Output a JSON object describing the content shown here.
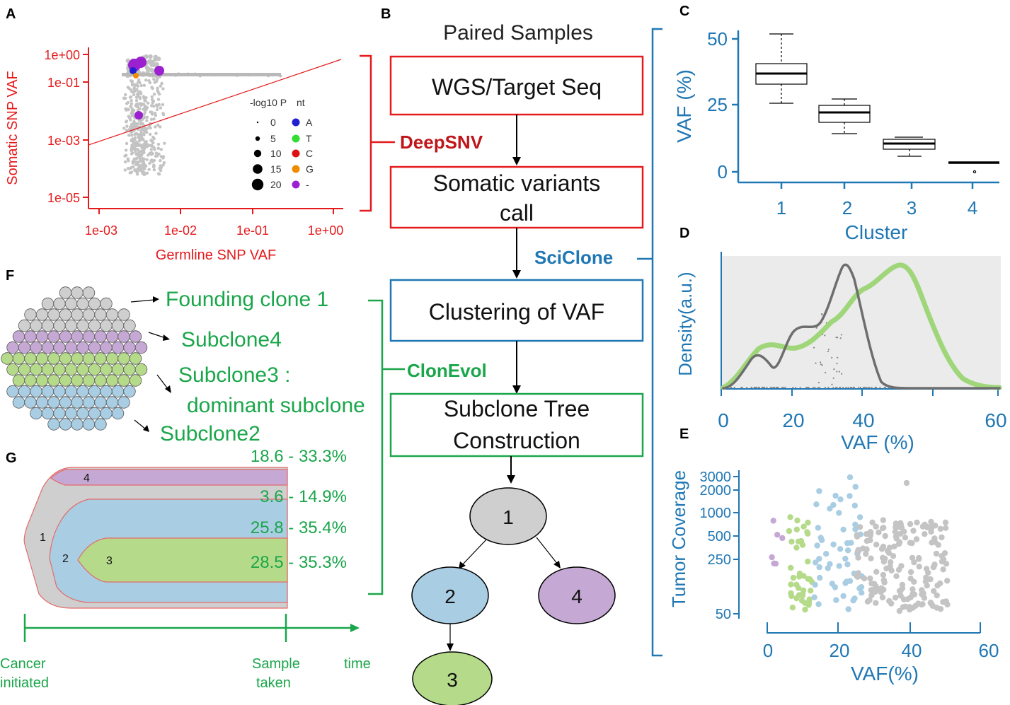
{
  "colors": {
    "red": "#e41a1c",
    "darkred": "#c0151a",
    "blue": "#1f77b4",
    "green": "#1aa64a",
    "grey_fill": "#c8c8c8",
    "clone_grey": "#cfcfcf",
    "clone_purple": "#c6a8d4",
    "clone_blue": "#a9cde3",
    "clone_green": "#b5db8a",
    "density_bg": "#ebebeb",
    "density_green": "#9fd67a",
    "density_grey": "#6e6e6e",
    "legend_blue": "#2020d0",
    "legend_green": "#33dd33",
    "legend_red": "#dd1111",
    "legend_orange": "#f08c00",
    "legend_purple": "#9b20d0"
  },
  "panels": {
    "A": "A",
    "B": "B",
    "C": "C",
    "D": "D",
    "E": "E",
    "F": "F",
    "G": "G"
  },
  "panelA": {
    "ylabel": "Somatic SNP VAF",
    "xlabel": "Germline SNP VAF",
    "yticks": [
      "1e+00",
      "1e-01",
      "1e-03",
      "1e-05"
    ],
    "xticks": [
      "1e-03",
      "1e-02",
      "1e-01",
      "1e+00"
    ],
    "legend_p_title": "-log10 P",
    "legend_p_values": [
      "0",
      "5",
      "10",
      "15",
      "20"
    ],
    "legend_nt_title": "nt",
    "legend_nt_values": [
      "A",
      "T",
      "C",
      "G",
      "-"
    ],
    "tool": "DeepSNV"
  },
  "panelB": {
    "title": "Paired Samples",
    "box1": "WGS/Target Seq",
    "box2_line1": "Somatic variants",
    "box2_line2": "call",
    "box3": "Clustering of VAF",
    "box4_line1": "Subclone Tree",
    "box4_line2": "Construction",
    "tool_sciclone": "SciClone",
    "tool_clonevol": "ClonEvol",
    "tree_nodes": [
      "1",
      "2",
      "4",
      "3"
    ]
  },
  "panelC": {
    "ylabel": "VAF (%)",
    "xlabel": "Cluster",
    "yticks": [
      "50",
      "25",
      "0"
    ],
    "xticks": [
      "1",
      "2",
      "3",
      "4"
    ]
  },
  "panelD": {
    "ylabel": "Density(a.u.)",
    "xlabel": "VAF (%)",
    "xticks": [
      "0",
      "20",
      "40",
      "60"
    ]
  },
  "panelE": {
    "ylabel": "Tumor Coverage",
    "xlabel": "VAF(%)",
    "yticks": [
      "3000",
      "2000",
      "1000",
      "500",
      "250",
      "50"
    ],
    "xticks": [
      "0",
      "20",
      "40",
      "60"
    ]
  },
  "panelF": {
    "labels": [
      "Founding clone 1",
      "Subclone4",
      "Subclone3 :",
      "dominant subclone",
      "Subclone2"
    ]
  },
  "panelG": {
    "clone_numbers": [
      "1",
      "2",
      "3",
      "4"
    ],
    "ranges": [
      "18.6 - 33.3%",
      "3.6 - 14.9%",
      "25.8 - 35.4%",
      "28.5 - 35.3%"
    ],
    "axis_start_line1": "Cancer",
    "axis_start_line2": "initiated",
    "axis_mid_line1": "Sample",
    "axis_mid_line2": "taken",
    "axis_end": "time"
  }
}
